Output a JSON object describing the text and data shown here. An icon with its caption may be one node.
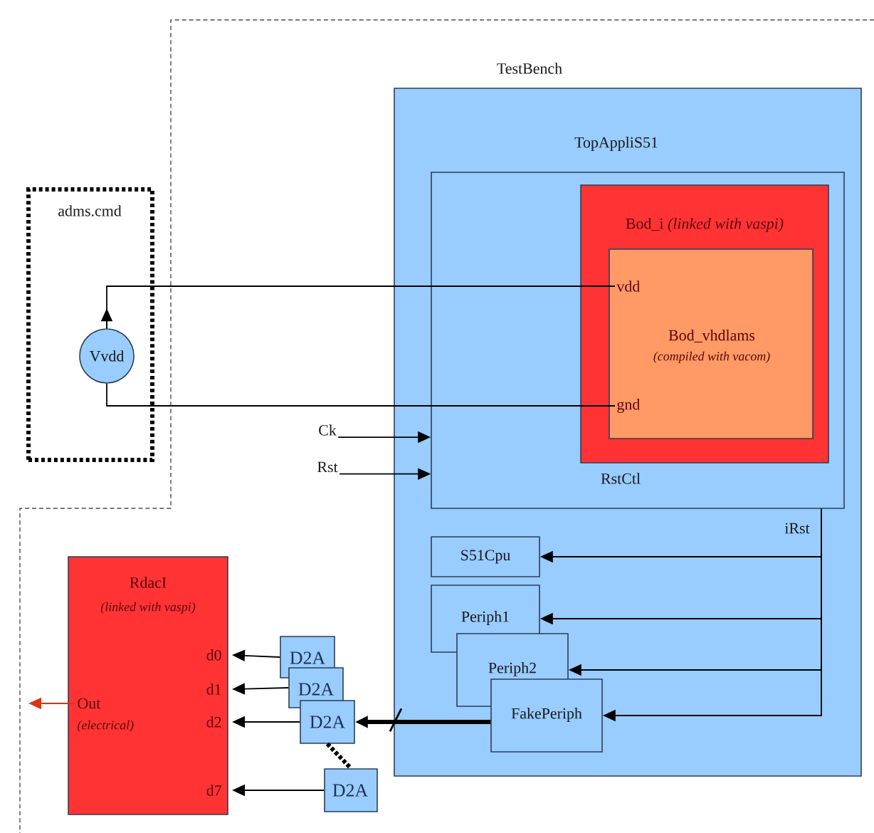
{
  "diagram": {
    "nodes": [
      {
        "text": [
          "TestBench"
        ]
      },
      {
        "text": [
          "TopAppliS51",
          "RstCtl"
        ],
        "in": 0
      },
      {
        "text": [
          "Bod_i *(linked with vaspi)*"
        ],
        "in": 1
      },
      {
        "text": [
          "Bod_vhdlams",
          "(compiled with vacom)"
        ],
        "in": 2
      },
      {
        "text": [
          "vdd"
        ],
        "in": 3
      },
      {
        "text": [
          "gnd"
        ],
        "in": 3
      },
      {
        "text": [
          "adms.cmd"
        ]
      },
      {
        "text": [
          "Vvdd"
        ],
        "in": 6
      },
      {
        "text": [
          "Ck"
        ]
      },
      {
        "text": [
          "Rst"
        ]
      },
      {
        "text": [
          "S51Cpu"
        ],
        "in": 0
      },
      {
        "text": [
          "Periph1"
        ],
        "in": 0
      },
      {
        "text": [
          "Periph2"
        ],
        "in": 0
      },
      {
        "text": [
          "FakePeriph"
        ],
        "in": 0
      },
      {
        "text": [
          "RdacI",
          "(linked with vaspi)"
        ]
      },
      {
        "text": [
          "d0"
        ],
        "in": 14
      },
      {
        "text": [
          "d1"
        ],
        "in": 14
      },
      {
        "text": [
          "d2"
        ],
        "in": 14
      },
      {
        "text": [
          "d7"
        ],
        "in": 14
      },
      {
        "text": [
          "Out",
          "(electrical)"
        ],
        "in": 14
      },
      {
        "text": [
          "D2A"
        ]
      },
      {
        "text": [
          "D2A"
        ]
      },
      {
        "text": [
          "D2A"
        ]
      },
      {
        "text": [
          "D2A"
        ]
      }
    ],
    "edges": [
      {
        "from": 7,
        "to": 4,
        "arrow": "none"
      },
      {
        "from": 7,
        "to": 5,
        "arrow": "none"
      },
      {
        "from": 8,
        "to": 1,
        "arrow": "to"
      },
      {
        "from": 9,
        "to": 1,
        "arrow": "to"
      },
      {
        "from": 1,
        "to": 10,
        "arrow": "to",
        "label": "iRst"
      },
      {
        "from": 1,
        "to": 11,
        "arrow": "to"
      },
      {
        "from": 1,
        "to": 12,
        "arrow": "to"
      },
      {
        "from": 1,
        "to": 13,
        "arrow": "to"
      },
      {
        "from": 13,
        "to": 22,
        "arrow": "to",
        "style": "thick"
      },
      {
        "from": 20,
        "to": 15,
        "arrow": "to"
      },
      {
        "from": 21,
        "to": 16,
        "arrow": "to"
      },
      {
        "from": 22,
        "to": 17,
        "arrow": "to"
      },
      {
        "from": 23,
        "to": 18,
        "arrow": "to"
      },
      {
        "from": 22,
        "to": 23,
        "arrow": "none",
        "style": "dashed"
      },
      {
        "from": 19,
        "to": null,
        "arrow": "to",
        "color": "#dd3311"
      }
    ]
  }
}
